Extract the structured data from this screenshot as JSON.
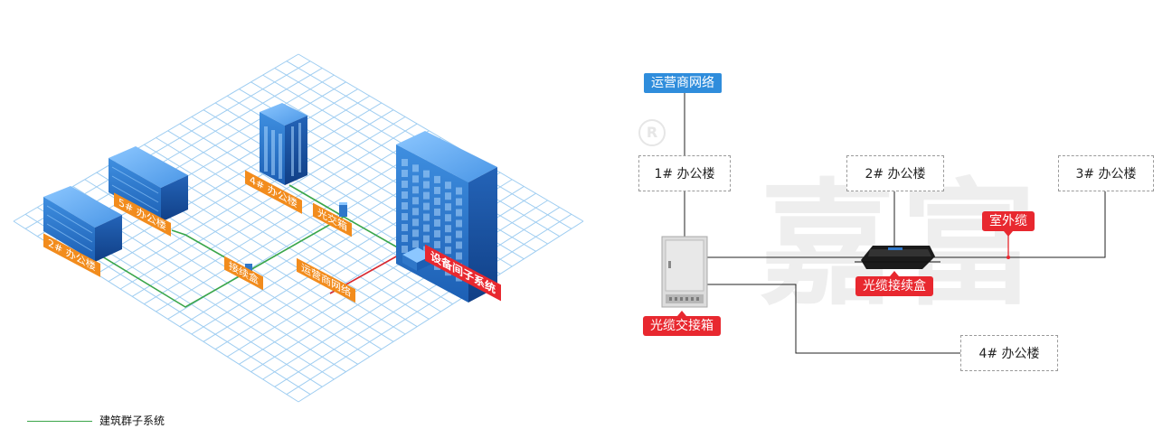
{
  "isometric": {
    "buildings": [
      {
        "label": "2# 办公楼"
      },
      {
        "label": "5# 办公楼"
      },
      {
        "label": "4# 办公楼"
      },
      {
        "label": "设备间子系统"
      }
    ],
    "nodes": [
      {
        "label": "光交箱"
      },
      {
        "label": "接续盒"
      },
      {
        "label": "运营商网络"
      }
    ]
  },
  "legend": {
    "label": "建筑群子系统",
    "color": "#3aa64a"
  },
  "topology": {
    "operator_network": "运营商网络",
    "cabinet_label": "光缆交接箱",
    "splice_box_label": "光缆接续盒",
    "outdoor_cable_label": "室外缆",
    "buildings": [
      "1# 办公楼",
      "2# 办公楼",
      "3# 办公楼",
      "4# 办公楼"
    ]
  },
  "watermark": {
    "text": "嘉富"
  },
  "colors": {
    "grid": "#8fc5ef",
    "building_blue": "#2f77c9",
    "orange_label": "#f28c1d",
    "red_accent": "#e8282f",
    "green_line": "#3aa64a",
    "operator_blue": "#2f8ddc"
  }
}
